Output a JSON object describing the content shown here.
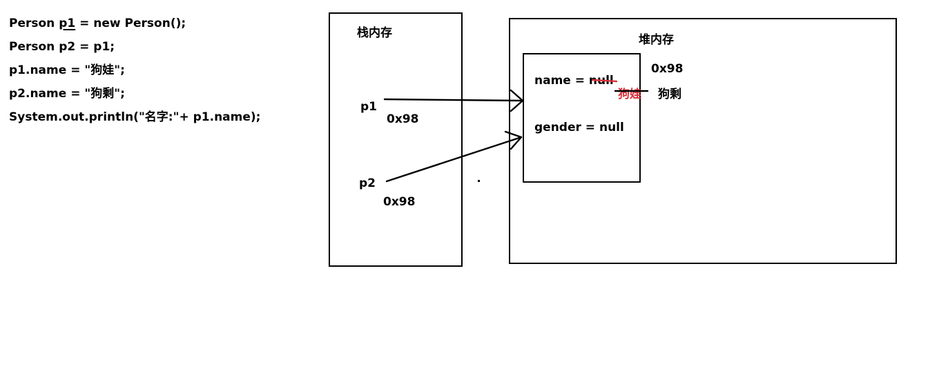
{
  "code": {
    "line1_prefix": "Person ",
    "line1_var": "p1",
    "line1_suffix": " = new Person();",
    "line2": "Person p2 = p1;",
    "line3": "p1.name = \"狗娃\";",
    "line4": "p2.name = \"狗剩\";",
    "line5": "System.out.println(\"名字:\"+ p1.name);"
  },
  "stack": {
    "title": "栈内存",
    "p1_label": "p1",
    "p1_address": "0x98",
    "p2_label": "p2",
    "p2_address": "0x98"
  },
  "heap": {
    "title": "堆内存",
    "object_address": "0x98",
    "field_name": "name = null",
    "field_gender": "gender = null",
    "old_value": "狗娃",
    "new_value": "狗剩"
  },
  "colors": {
    "ink": "#000000",
    "strike_red": "#d9313b"
  }
}
